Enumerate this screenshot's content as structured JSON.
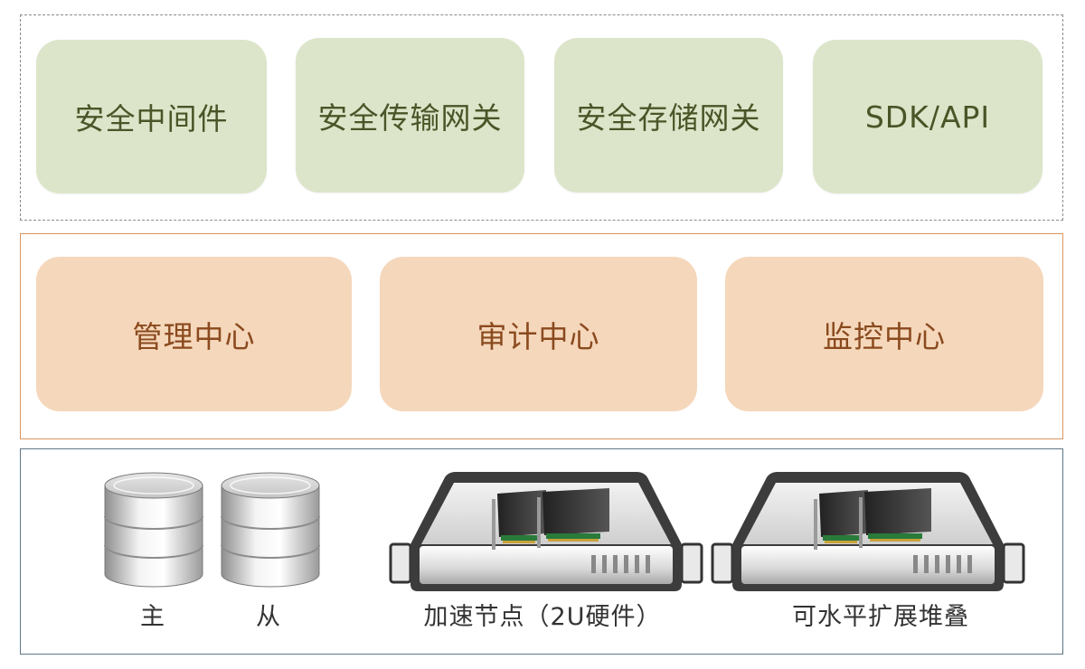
{
  "application_layer": {
    "items": [
      {
        "label": "安全中间件"
      },
      {
        "label": "安全传输网关"
      },
      {
        "label": "安全存储网关"
      },
      {
        "label": "SDK/API"
      }
    ]
  },
  "management_layer": {
    "items": [
      {
        "label": "管理中心"
      },
      {
        "label": "审计中心"
      },
      {
        "label": "监控中心"
      }
    ]
  },
  "infrastructure_layer": {
    "databases": [
      {
        "label": "主"
      },
      {
        "label": "从"
      }
    ],
    "servers": [
      {
        "label": "加速节点（2U硬件）"
      },
      {
        "label": "可水平扩展堆叠"
      }
    ]
  },
  "colors": {
    "green_box": "#dce5c9",
    "peach_box": "#f5d7bb",
    "orange_border": "#d9955e",
    "blue_border": "#5f7685"
  }
}
